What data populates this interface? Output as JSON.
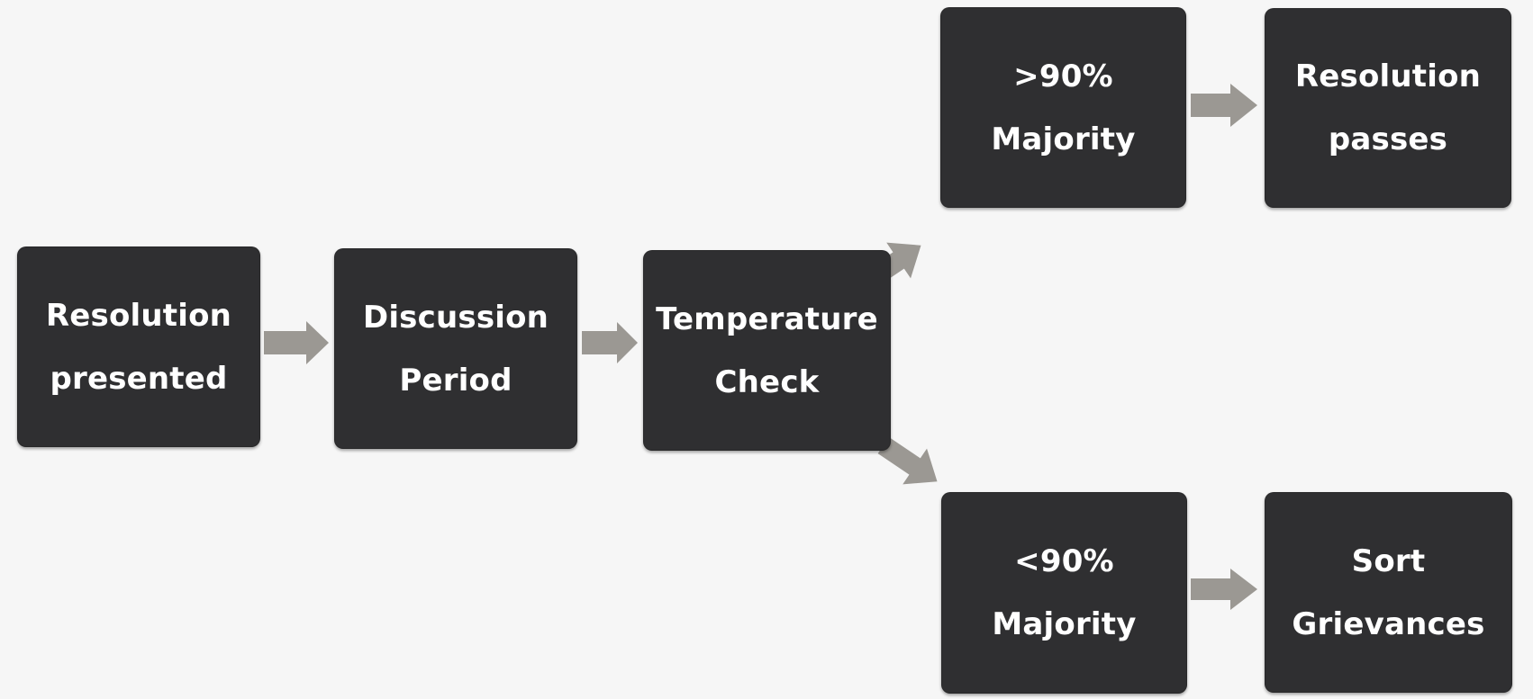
{
  "colors": {
    "background": "#f6f6f6",
    "node_fill": "#2f2f31",
    "node_text": "#ffffff",
    "arrow": "#9b9893"
  },
  "nodes": {
    "resolution_presented": {
      "line1": "Resolution",
      "line2": "presented"
    },
    "discussion_period": {
      "line1": "Discussion",
      "line2": "Period"
    },
    "temperature_check": {
      "line1": "Temperature",
      "line2": "Check"
    },
    "majority_above": {
      "line1": ">90%",
      "line2": "Majority"
    },
    "resolution_passes": {
      "line1": "Resolution",
      "line2": "passes"
    },
    "majority_below": {
      "line1": "<90%",
      "line2": "Majority"
    },
    "sort_grievances": {
      "line1": "Sort",
      "line2": "Grievances"
    }
  },
  "edges": [
    {
      "from": "resolution_presented",
      "to": "discussion_period"
    },
    {
      "from": "discussion_period",
      "to": "temperature_check"
    },
    {
      "from": "temperature_check",
      "to": "majority_above"
    },
    {
      "from": "temperature_check",
      "to": "majority_below"
    },
    {
      "from": "majority_above",
      "to": "resolution_passes"
    },
    {
      "from": "majority_below",
      "to": "sort_grievances"
    }
  ]
}
